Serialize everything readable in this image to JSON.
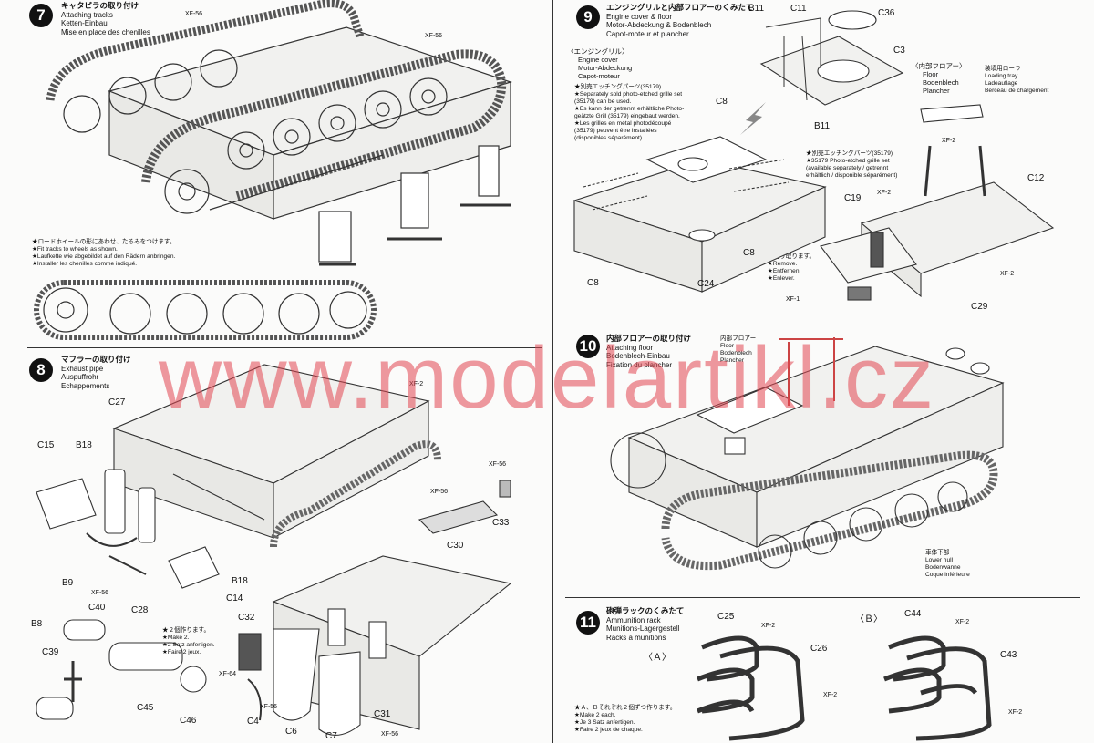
{
  "watermark": "www.modelartikl.cz",
  "steps": [
    {
      "number": "7",
      "title_jp": "キャタピラの取り付け",
      "title_en": "Attaching tracks",
      "title_de": "Ketten-Einbau",
      "title_fr": "Mise en place des chenilles"
    },
    {
      "number": "8",
      "title_jp": "マフラーの取り付け",
      "title_en": "Exhaust pipe",
      "title_de": "Auspuffrohr",
      "title_fr": "Echappements"
    },
    {
      "number": "9",
      "title_jp": "エンジングリルと内部フロアーのくみたて",
      "title_en": "Engine cover & floor",
      "title_de": "Motor-Abdeckung & Bodenblech",
      "title_fr": "Capot-moteur et plancher"
    },
    {
      "number": "10",
      "title_jp": "内部フロアーの取り付け",
      "title_en": "Attaching floor",
      "title_de": "Bodenblech-Einbau",
      "title_fr": "Fixation du plancher"
    },
    {
      "number": "11",
      "title_jp": "砲弾ラックのくみたて",
      "title_en": "Ammunition rack",
      "title_de": "Munitions-Lagergestell",
      "title_fr": "Racks à munitions"
    }
  ],
  "notes": {
    "tracks": [
      "★ロードホイールの形にあわせ、たるみをつけます。",
      "★Fit tracks to wheels as shown.",
      "★Laufkette wie abgebildet auf den Rädern anbringen.",
      "★Installer les chenilles comme indiqué."
    ],
    "make2": [
      "★２個作ります。",
      "★Make 2.",
      "★2 Satz anfertigen.",
      "★Faire 2 jeux."
    ],
    "grille_head": "〈エンジングリル〉",
    "grille": [
      "Engine cover",
      "Motor-Abdeckung",
      "Capot-moteur"
    ],
    "etched": [
      "★別売エッチングパーツ(35179)",
      "★Separately sold photo-etched grille set",
      "(35179) can be used.",
      "★Es kann der getrennt erhältliche Photo-",
      "geätzte Grill (35179) eingebaut werden.",
      "★Les grilles en métal photodécoupé",
      "(35179) peuvent être installées",
      "(disponibles séparément)."
    ],
    "etched2": [
      "★別売エッチングパーツ(35179)",
      "★35179 Photo-etched grille set",
      "(available separately / getrennt",
      "erhältlich / disponible séparément)"
    ],
    "remove": [
      "★削り取ります。",
      "★Remove.",
      "★Entfernen.",
      "★Enlever."
    ],
    "floor_head": "〈内部フロアー〉",
    "floor": [
      "Floor",
      "Bodenblech",
      "Plancher"
    ],
    "tray_head": "装填用ローラ",
    "tray": [
      "Loading tray",
      "Ladeauflage",
      "Berceau de chargement"
    ],
    "floor10": [
      "内部フロアー",
      "Floor",
      "Bodenblech",
      "Plancher"
    ],
    "hull": [
      "車体下部",
      "Lower hull",
      "Bodenwanne",
      "Coque inférieure"
    ],
    "rack": [
      "★Ａ、Ｂそれぞれ２個ずつ作ります。",
      "★Make 2 each.",
      "★Je 3 Satz anfertigen.",
      "★Faire 2 jeux de chaque."
    ],
    "rack_a": "〈Ａ〉",
    "rack_b": "〈Ｂ〉"
  },
  "labels": {
    "s7": {
      "xf56a": "XF-56",
      "xf56b": "XF-56"
    },
    "s8": {
      "c27": "C27",
      "c15": "C15",
      "b18a": "B18",
      "b18b": "B18",
      "b9": "B9",
      "xf56a": "XF-56",
      "c28": "C28",
      "c14": "C14",
      "xf2": "XF-2",
      "xf56b": "XF-56",
      "c30": "C30",
      "c33": "C33",
      "xf56c": "XF-56",
      "c40": "C40",
      "b8": "B8",
      "c39": "C39",
      "c45": "C45",
      "c46": "C46",
      "c32": "C32",
      "xf64": "XF-64",
      "c4": "C4",
      "xf56d": "XF-56",
      "c6": "C6",
      "c7": "C7",
      "c31": "C31",
      "xf56e": "XF-56"
    },
    "s9": {
      "b11a": "B11",
      "c11": "C11",
      "c36": "C36",
      "c3": "C3",
      "b11b": "B11",
      "c8a": "C8",
      "c8b": "C8",
      "c8c": "C8",
      "c24": "C24",
      "xf2a": "XF-2",
      "c12": "C12",
      "c19": "C19",
      "xf2b": "XF-2",
      "xf2c": "XF-2",
      "xf1": "XF-1",
      "c29": "C29"
    },
    "s11": {
      "c25": "C25",
      "xf2a": "XF-2",
      "c26": "C26",
      "xf2b": "XF-2",
      "c44": "C44",
      "xf2c": "XF-2",
      "c43": "C43",
      "xf2d": "XF-2"
    }
  }
}
